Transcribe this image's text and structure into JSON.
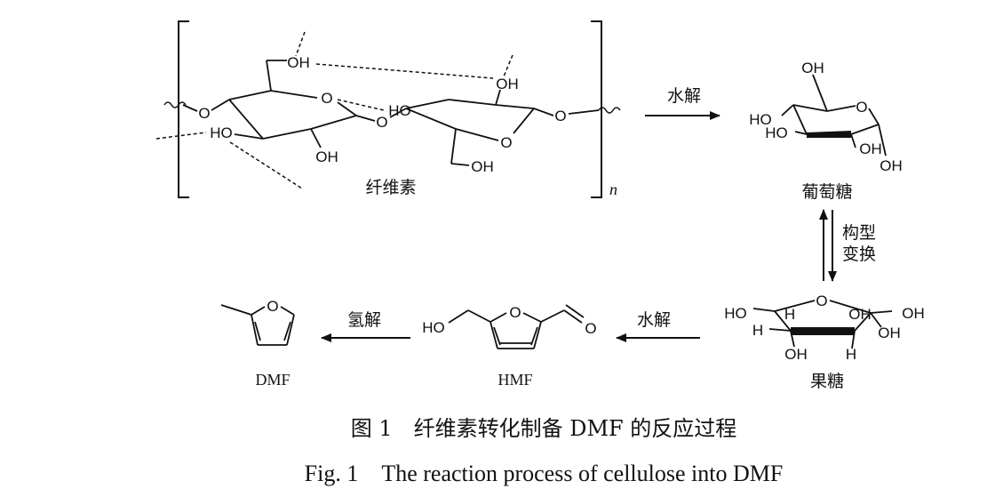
{
  "figure": {
    "caption_cn": "图 1　纤维素转化制备 DMF 的反应过程",
    "caption_en": "Fig. 1　The reaction process of cellulose into DMF"
  },
  "compounds": {
    "cellulose": {
      "name": "纤维素",
      "subscript": "n"
    },
    "glucose": {
      "name": "葡萄糖"
    },
    "fructose": {
      "name": "果糖"
    },
    "hmf": {
      "name": "HMF"
    },
    "dmf": {
      "name": "DMF"
    }
  },
  "steps": {
    "cellulose_to_glucose": "水解",
    "isomerization_line1": "构型",
    "isomerization_line2": "变换",
    "fructose_to_hmf": "水解",
    "hmf_to_dmf": "氢解"
  },
  "atoms": {
    "oh": "OH",
    "ho": "HO",
    "o": "O",
    "h": "H"
  }
}
